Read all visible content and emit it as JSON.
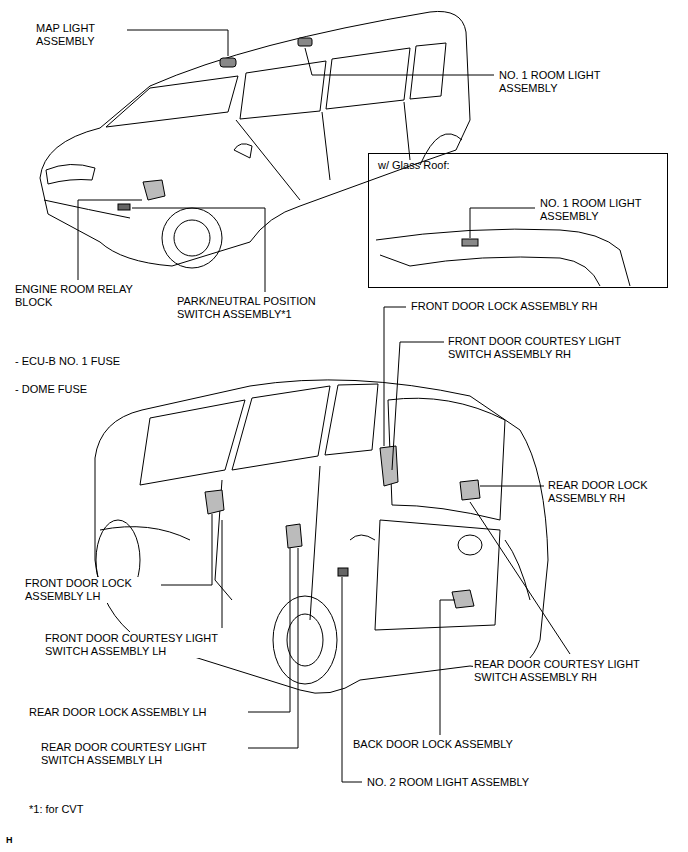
{
  "diagram": {
    "nodes": [
      {
        "text": [
          "w/ Glass Roof:",
          "NO. 1 ROOM LIGHT ASSEMBLY"
        ]
      }
    ],
    "labels": [
      "MAP LIGHT ASSEMBLY",
      "NO. 1 ROOM LIGHT ASSEMBLY",
      "ENGINE ROOM RELAY BLOCK",
      "PARK/NEUTRAL POSITION SWITCH ASSEMBLY*1",
      "- ECU-B NO. 1 FUSE",
      "- DOME FUSE",
      "FRONT DOOR LOCK ASSEMBLY RH",
      "FRONT DOOR COURTESY LIGHT SWITCH ASSEMBLY RH",
      "REAR DOOR LOCK ASSEMBLY RH",
      "FRONT DOOR LOCK ASSEMBLY LH",
      "FRONT DOOR COURTESY LIGHT SWITCH ASSEMBLY LH",
      "REAR DOOR COURTESY LIGHT SWITCH ASSEMBLY RH",
      "REAR DOOR LOCK ASSEMBLY LH",
      "REAR DOOR COURTESY LIGHT SWITCH ASSEMBLY LH",
      "BACK DOOR LOCK ASSEMBLY",
      "NO. 2 ROOM LIGHT ASSEMBLY",
      "*1: for CVT",
      "H"
    ]
  }
}
